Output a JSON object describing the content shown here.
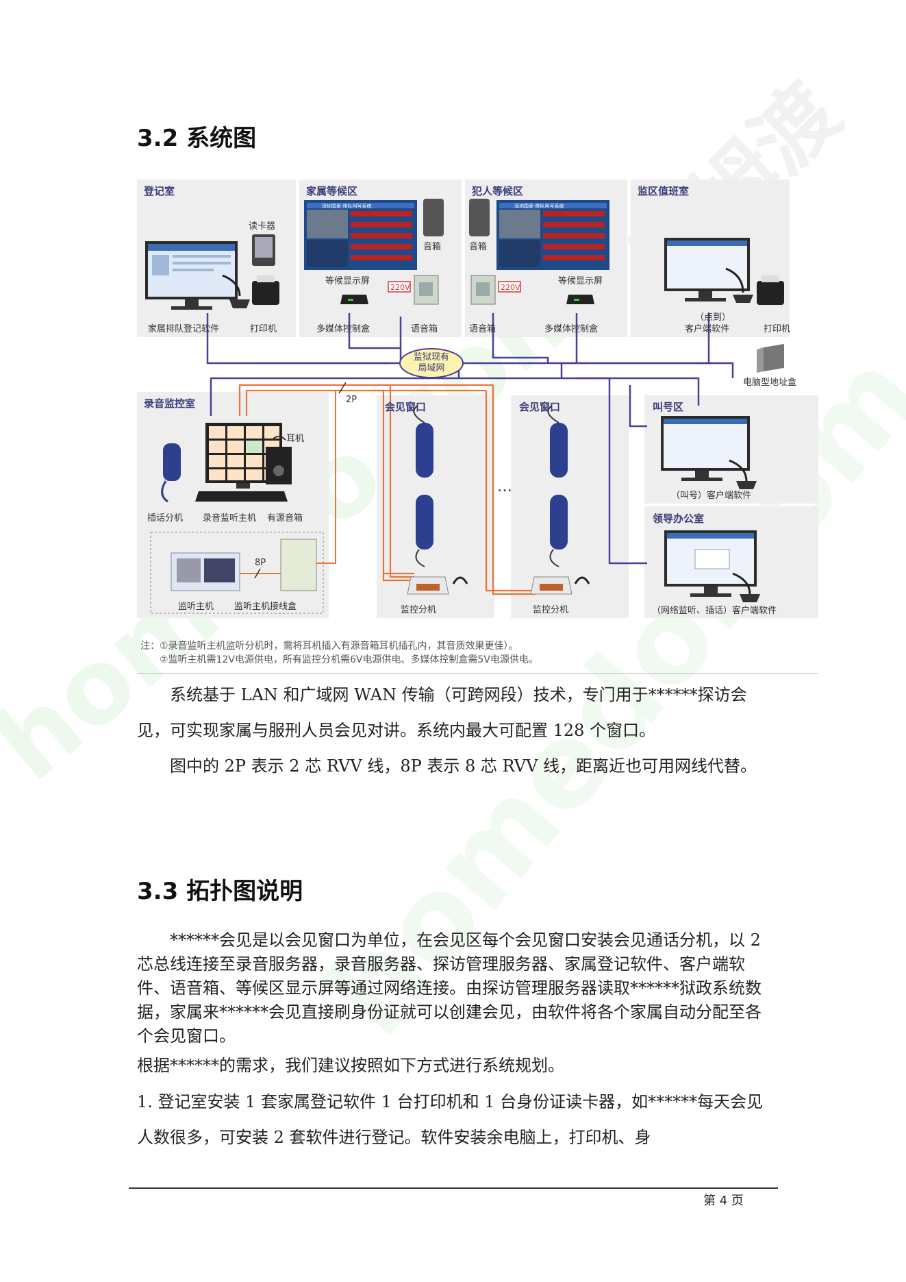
{
  "watermark": {
    "left": "homedo.com",
    "right": "homedo.com",
    "brand": "河姆渡"
  },
  "sections": [
    {
      "id": "s32",
      "title": "3.2 系统图"
    },
    {
      "id": "s33",
      "title": "3.3 拓扑图说明"
    }
  ],
  "diagram": {
    "zones": {
      "registration": "登记室",
      "family_wait": "家属等候区",
      "inmate_wait": "犯人等候区",
      "duty_room": "监区值班室",
      "recording": "录音监控室",
      "window1": "会见窗口",
      "window2": "会见窗口",
      "calling": "叫号区",
      "leader": "领导办公室"
    },
    "labels": {
      "card_reader": "读卡器",
      "reg_software": "家属排队登记软件",
      "printer": "打印机",
      "wait_screen": "等候显示屏",
      "mm_box": "多媒体控制盒",
      "speaker": "音箱",
      "voice_box": "语音箱",
      "v220": "220V",
      "point_line1": "（点到）",
      "point_line2": "客户端软件",
      "lan_line1": "监狱现有",
      "lan_line2": "局域网",
      "addr_box": "电脑型地址盒",
      "p2": "2P",
      "p8": "8P",
      "plugin_ext": "插话分机",
      "rec_host": "录音监听主机",
      "active_speaker": "有源音箱",
      "earphone": "耳机",
      "mon_host": "监听主机",
      "mon_junction": "监听主机接线盒",
      "mon_ext": "监控分机",
      "dots": "…",
      "call_client": "（叫号）客户端软件",
      "leader_client": "（网络监听、插话）客户端软件",
      "screen_title": "深圳国爱-排队叫号系统"
    },
    "notes": [
      "注：①录音监听主机监听分机时，需将耳机插入有源音箱耳机插孔内，其音质效果更佳）。",
      "②监听主机需12V电源供电，所有监控分机需6V电源供电、多媒体控制盒需5V电源供电。"
    ]
  },
  "paragraphs": [
    "系统基于 LAN 和广域网 WAN 传输（可跨网段）技术，专门用于******探访会见，可实现家属与服刑人员会见对讲。系统内最大可配置 128 个窗口。",
    "图中的 2P 表示 2 芯 RVV 线，8P 表示 8 芯 RVV 线，距离近也可用网线代替。",
    "******会见是以会见窗口为单位，在会见区每个会见窗口安装会见通话分机，以 2 芯总线连接至录音服务器，录音服务器、探访管理服务器、家属登记软件、客户端软件、语音箱、等候区显示屏等通过网络连接。由探访管理服务器读取******狱政系统数据，家属来******会见直接刷身份证就可以创建会见，由软件将各个家属自动分配至各个会见窗口。",
    "根据******的需求，我们建议按照如下方式进行系统规划。",
    "1. 登记室安装 1 套家属登记软件 1 台打印机和 1 台身份证读卡器，如******每天会见人数很多，可安装 2 套软件进行登记。软件安装余电脑上，打印机、身"
  ],
  "footer": {
    "page": "第 4 页"
  },
  "colors": {
    "lan": "#4a3f9a",
    "bus": "#e8733a",
    "panel": "#eeeeee"
  }
}
